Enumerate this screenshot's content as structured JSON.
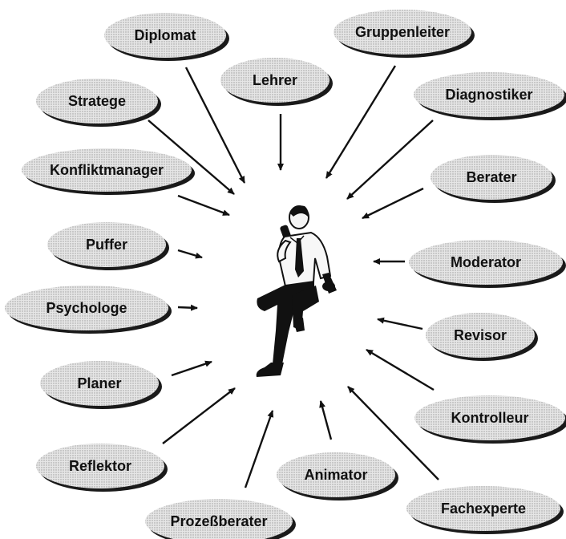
{
  "roles": [
    {
      "id": "diplomat",
      "label": "Diplomat"
    },
    {
      "id": "gruppenleiter",
      "label": "Gruppenleiter"
    },
    {
      "id": "lehrer",
      "label": "Lehrer"
    },
    {
      "id": "stratege",
      "label": "Stratege"
    },
    {
      "id": "diagnostiker",
      "label": "Diagnostiker"
    },
    {
      "id": "konfliktmanager",
      "label": "Konfliktmanager"
    },
    {
      "id": "berater",
      "label": "Berater"
    },
    {
      "id": "puffer",
      "label": "Puffer"
    },
    {
      "id": "moderator",
      "label": "Moderator"
    },
    {
      "id": "psychologe",
      "label": "Psychologe"
    },
    {
      "id": "revisor",
      "label": "Revisor"
    },
    {
      "id": "planer",
      "label": "Planer"
    },
    {
      "id": "kontrolleur",
      "label": "Kontrolleur"
    },
    {
      "id": "reflektor",
      "label": "Reflektor"
    },
    {
      "id": "animator",
      "label": "Animator"
    },
    {
      "id": "prozessberater",
      "label": "Prozeßberater"
    },
    {
      "id": "fachexperte",
      "label": "Fachexperte"
    }
  ],
  "center": {
    "icon": "businessman-on-phone-icon"
  },
  "colors": {
    "bubble_fill": "#dcdcdc",
    "bubble_shadow": "#1a1a1a",
    "arrow": "#111111",
    "text": "#111111"
  }
}
